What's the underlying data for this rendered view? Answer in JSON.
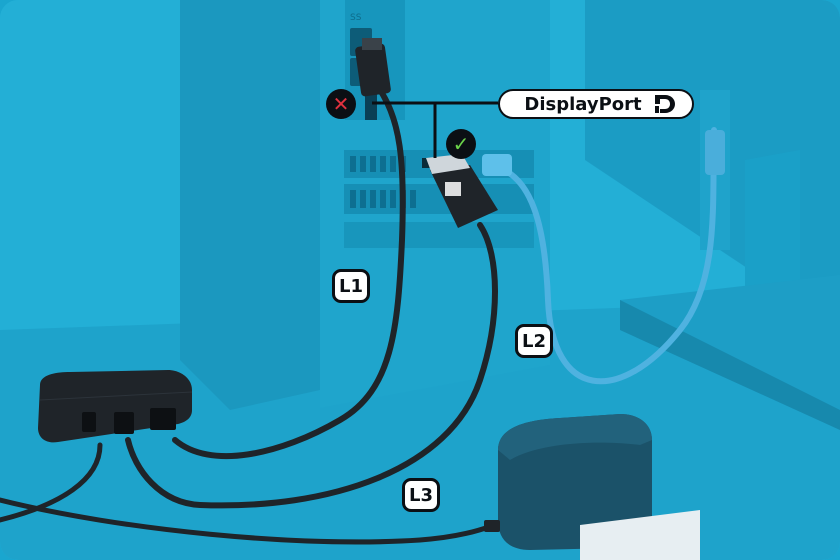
{
  "labels": {
    "port_name": "DisplayPort",
    "cable_1": "L1",
    "cable_2": "L2",
    "cable_3": "L3"
  },
  "icons": {
    "wrong_port": "x-icon",
    "correct_port": "checkmark-icon",
    "port_logo": "displayport-logo-icon"
  },
  "colors": {
    "background": "#23afd6",
    "cable": "#1f2429",
    "monitor_cable": "#4fb2e0",
    "error": "#e0313f",
    "ok": "#6bd34a"
  }
}
